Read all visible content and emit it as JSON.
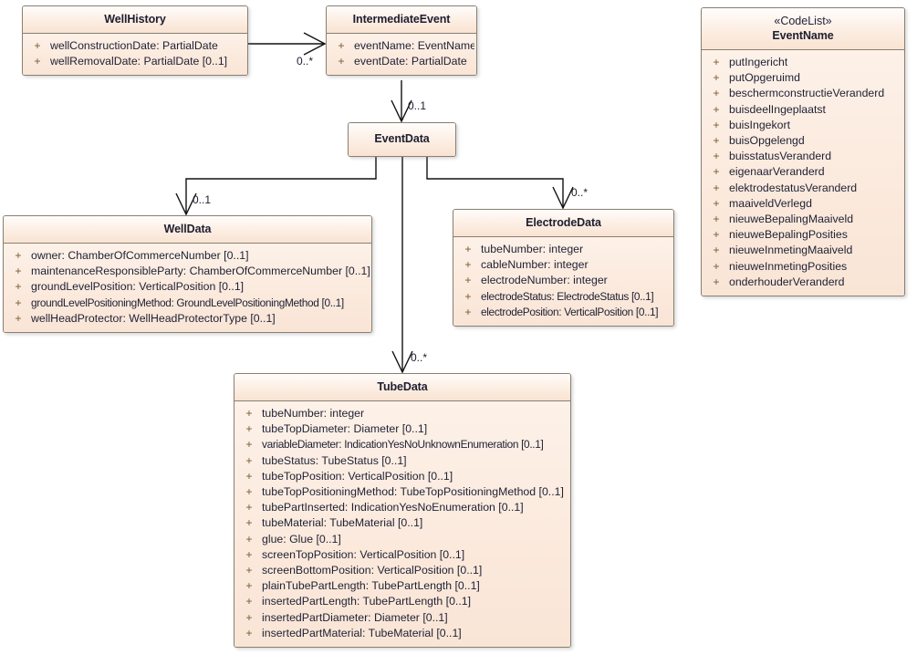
{
  "diagram": {
    "type": "uml-class-diagram",
    "colors": {
      "class_fill": "#fbe9dc",
      "header_fill": "#fdf0e6",
      "border": "#8a7f72",
      "text": "#1e2033",
      "visibility": "#7a5a33",
      "edge": "#000000",
      "background": "#ffffff"
    }
  },
  "classes": [
    {
      "id": "wellHistory",
      "name": "WellHistory",
      "stereotype": "",
      "attributes": [
        {
          "visibility": "+",
          "signature": "wellConstructionDate: PartialDate"
        },
        {
          "visibility": "+",
          "signature": "wellRemovalDate: PartialDate [0..1]"
        }
      ]
    },
    {
      "id": "intermediateEvent",
      "name": "IntermediateEvent",
      "stereotype": "",
      "attributes": [
        {
          "visibility": "+",
          "signature": "eventName: EventName"
        },
        {
          "visibility": "+",
          "signature": "eventDate: PartialDate"
        }
      ]
    },
    {
      "id": "eventName",
      "name": "EventName",
      "stereotype": "«CodeList»",
      "attributes": [
        {
          "visibility": "+",
          "signature": "putIngericht"
        },
        {
          "visibility": "+",
          "signature": "putOpgeruimd"
        },
        {
          "visibility": "+",
          "signature": "beschermconstructieVeranderd"
        },
        {
          "visibility": "+",
          "signature": "buisdeelIngeplaatst"
        },
        {
          "visibility": "+",
          "signature": "buisIngekort"
        },
        {
          "visibility": "+",
          "signature": "buisOpgelengd"
        },
        {
          "visibility": "+",
          "signature": "buisstatusVeranderd"
        },
        {
          "visibility": "+",
          "signature": "eigenaarVeranderd"
        },
        {
          "visibility": "+",
          "signature": "elektrodestatusVeranderd"
        },
        {
          "visibility": "+",
          "signature": "maaiveldVerlegd"
        },
        {
          "visibility": "+",
          "signature": "nieuweBepalingMaaiveld"
        },
        {
          "visibility": "+",
          "signature": "nieuweBepalingPosities"
        },
        {
          "visibility": "+",
          "signature": "nieuweInmetingMaaiveld"
        },
        {
          "visibility": "+",
          "signature": "nieuweInmetingPosities"
        },
        {
          "visibility": "+",
          "signature": "onderhouderVeranderd"
        }
      ]
    },
    {
      "id": "eventData",
      "name": "EventData",
      "stereotype": "",
      "attributes": []
    },
    {
      "id": "wellData",
      "name": "WellData",
      "stereotype": "",
      "attributes": [
        {
          "visibility": "+",
          "signature": "owner: ChamberOfCommerceNumber [0..1]"
        },
        {
          "visibility": "+",
          "signature": "maintenanceResponsibleParty: ChamberOfCommerceNumber [0..1]"
        },
        {
          "visibility": "+",
          "signature": "groundLevelPosition: VerticalPosition [0..1]"
        },
        {
          "visibility": "+",
          "signature": "groundLevelPositioningMethod: GroundLevelPositioningMethod [0..1]"
        },
        {
          "visibility": "+",
          "signature": "wellHeadProtector: WellHeadProtectorType [0..1]"
        }
      ]
    },
    {
      "id": "electrodeData",
      "name": "ElectrodeData",
      "stereotype": "",
      "attributes": [
        {
          "visibility": "+",
          "signature": "tubeNumber: integer"
        },
        {
          "visibility": "+",
          "signature": "cableNumber: integer"
        },
        {
          "visibility": "+",
          "signature": "electrodeNumber: integer"
        },
        {
          "visibility": "+",
          "signature": "electrodeStatus: ElectrodeStatus [0..1]"
        },
        {
          "visibility": "+",
          "signature": "electrodePosition: VerticalPosition [0..1]"
        }
      ]
    },
    {
      "id": "tubeData",
      "name": "TubeData",
      "stereotype": "",
      "attributes": [
        {
          "visibility": "+",
          "signature": "tubeNumber: integer"
        },
        {
          "visibility": "+",
          "signature": "tubeTopDiameter: Diameter [0..1]"
        },
        {
          "visibility": "+",
          "signature": "variableDiameter: IndicationYesNoUnknownEnumeration [0..1]"
        },
        {
          "visibility": "+",
          "signature": "tubeStatus: TubeStatus [0..1]"
        },
        {
          "visibility": "+",
          "signature": "tubeTopPosition: VerticalPosition [0..1]"
        },
        {
          "visibility": "+",
          "signature": "tubeTopPositioningMethod: TubeTopPositioningMethod [0..1]"
        },
        {
          "visibility": "+",
          "signature": "tubePartInserted: IndicationYesNoEnumeration [0..1]"
        },
        {
          "visibility": "+",
          "signature": "tubeMaterial: TubeMaterial [0..1]"
        },
        {
          "visibility": "+",
          "signature": "glue: Glue [0..1]"
        },
        {
          "visibility": "+",
          "signature": "screenTopPosition: VerticalPosition [0..1]"
        },
        {
          "visibility": "+",
          "signature": "screenBottomPosition: VerticalPosition [0..1]"
        },
        {
          "visibility": "+",
          "signature": "plainTubePartLength: TubePartLength [0..1]"
        },
        {
          "visibility": "+",
          "signature": "insertedPartLength: TubePartLength [0..1]"
        },
        {
          "visibility": "+",
          "signature": "insertedPartDiameter: Diameter [0..1]"
        },
        {
          "visibility": "+",
          "signature": "insertedPartMaterial: TubeMaterial [0..1]"
        }
      ]
    }
  ],
  "connectors": [
    {
      "id": "wellhistory-intermediateevent",
      "from": "WellHistory",
      "to": "IntermediateEvent",
      "multiplicity": "0..*"
    },
    {
      "id": "intermediateevent-eventdata",
      "from": "IntermediateEvent",
      "to": "EventData",
      "multiplicity": "0..1"
    },
    {
      "id": "eventdata-welldata",
      "from": "EventData",
      "to": "WellData",
      "multiplicity": "0..1"
    },
    {
      "id": "eventdata-electrodedata",
      "from": "EventData",
      "to": "ElectrodeData",
      "multiplicity": "0..*"
    },
    {
      "id": "eventdata-tubedata",
      "from": "EventData",
      "to": "TubeData",
      "multiplicity": "0..*"
    }
  ]
}
